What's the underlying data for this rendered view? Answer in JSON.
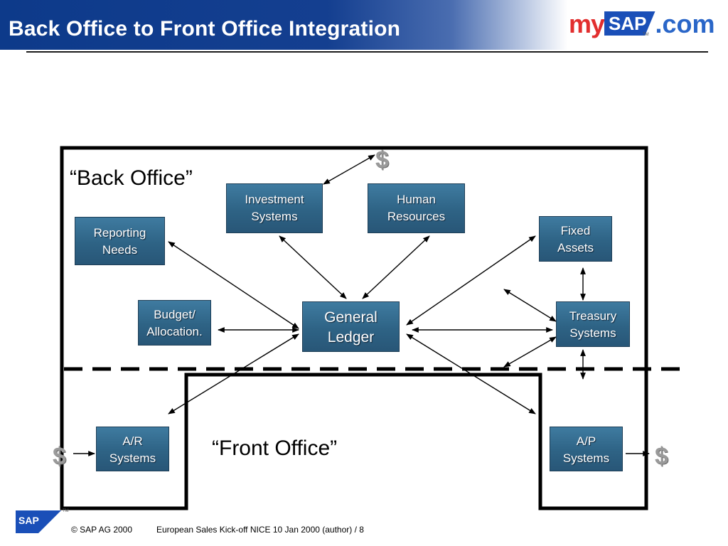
{
  "header": {
    "title": "Back Office to Front Office Integration",
    "logo": {
      "my": "my",
      "sap": "SAP",
      "dotcom": ".com",
      "tm": "TM"
    }
  },
  "diagram": {
    "back_office_label": "“Back Office”",
    "front_office_label": "“Front Office”",
    "currency_symbol": "$",
    "nodes": {
      "investment": [
        "Investment",
        "Systems"
      ],
      "human_resources": [
        "Human",
        "Resources"
      ],
      "reporting": [
        "Reporting",
        "Needs"
      ],
      "fixed_assets": [
        "Fixed",
        "Assets"
      ],
      "budget": [
        "Budget/",
        "Allocation."
      ],
      "general_ledger": [
        "General",
        "Ledger"
      ],
      "treasury": [
        "Treasury",
        "Systems"
      ],
      "ar": [
        "A/R",
        "Systems"
      ],
      "ap": [
        "A/P",
        "Systems"
      ]
    }
  },
  "footer": {
    "sap_logo": "SAP",
    "tm": "TM",
    "copyright": "© SAP AG 2000",
    "event": "European Sales Kick-off NICE 10 Jan 2000 (author)  / 8"
  },
  "colors": {
    "header_blue": "#0d3a8a",
    "box_fill": "#2e6385",
    "box_text": "#ffffff",
    "dollar_gray": "#9a9a9a"
  }
}
